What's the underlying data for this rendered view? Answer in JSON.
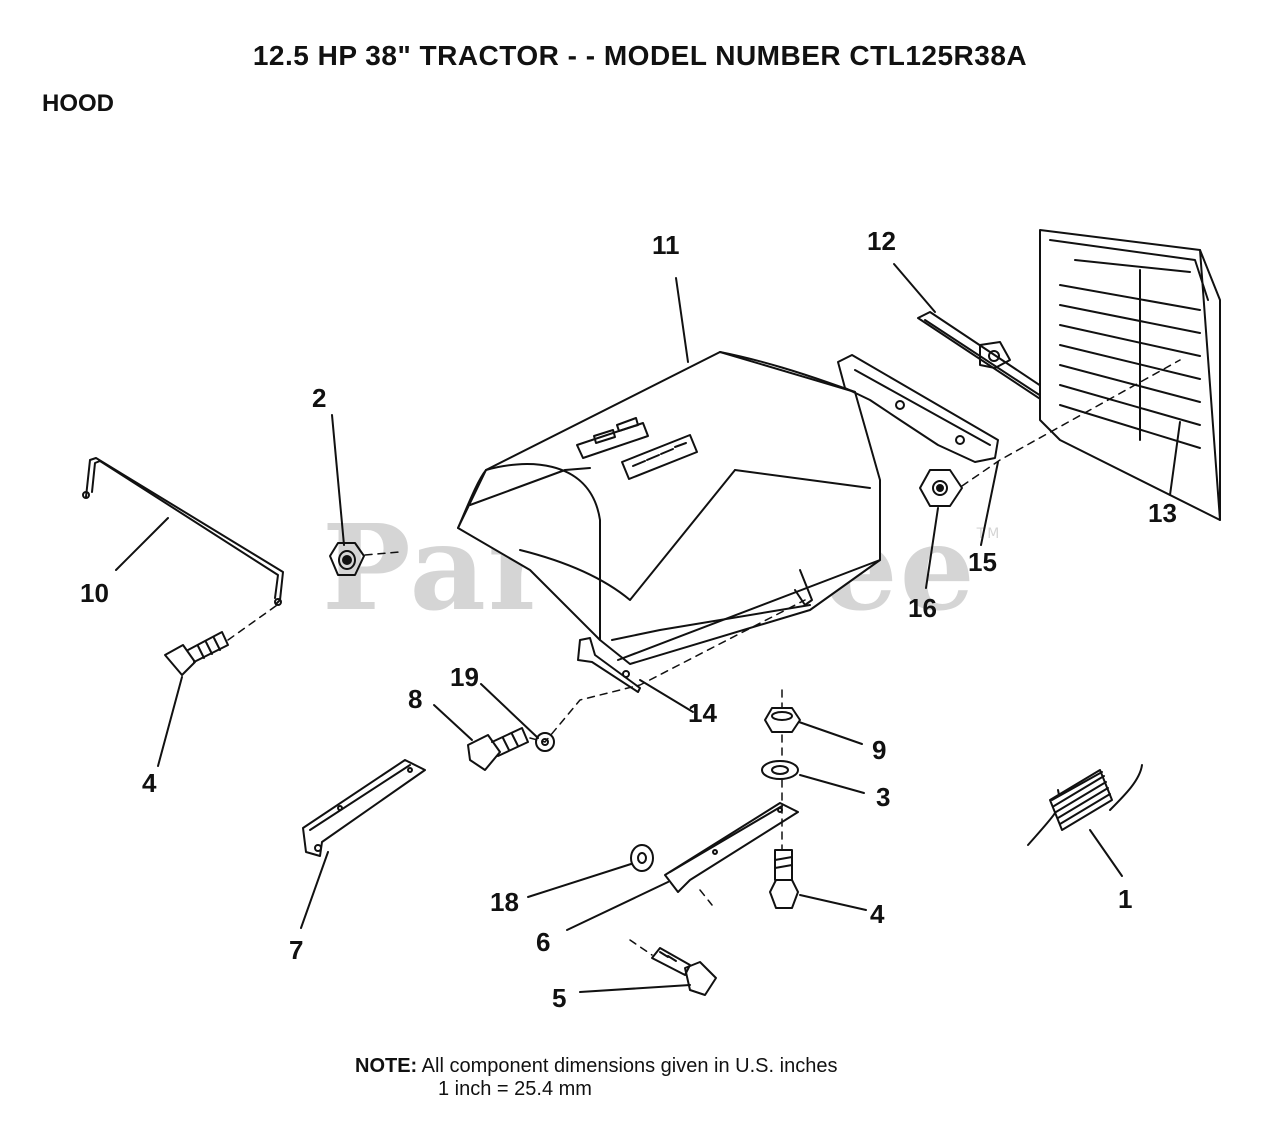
{
  "title": "12.5 HP 38\" TRACTOR - - MODEL NUMBER CTL125R38A",
  "section": "HOOD",
  "watermark": "PartsTree",
  "watermark_tm": "TM",
  "callouts": {
    "c1": "1",
    "c2": "2",
    "c3": "3",
    "c4a": "4",
    "c4b": "4",
    "c5": "5",
    "c6": "6",
    "c7": "7",
    "c8": "8",
    "c9": "9",
    "c10": "10",
    "c11": "11",
    "c12": "12",
    "c13": "13",
    "c14": "14",
    "c15": "15",
    "c16": "16",
    "c18": "18",
    "c19": "19"
  },
  "note": {
    "label": "NOTE:",
    "line1": "All component dimensions given in U.S. inches",
    "line2": "1 inch = 25.4 mm"
  }
}
